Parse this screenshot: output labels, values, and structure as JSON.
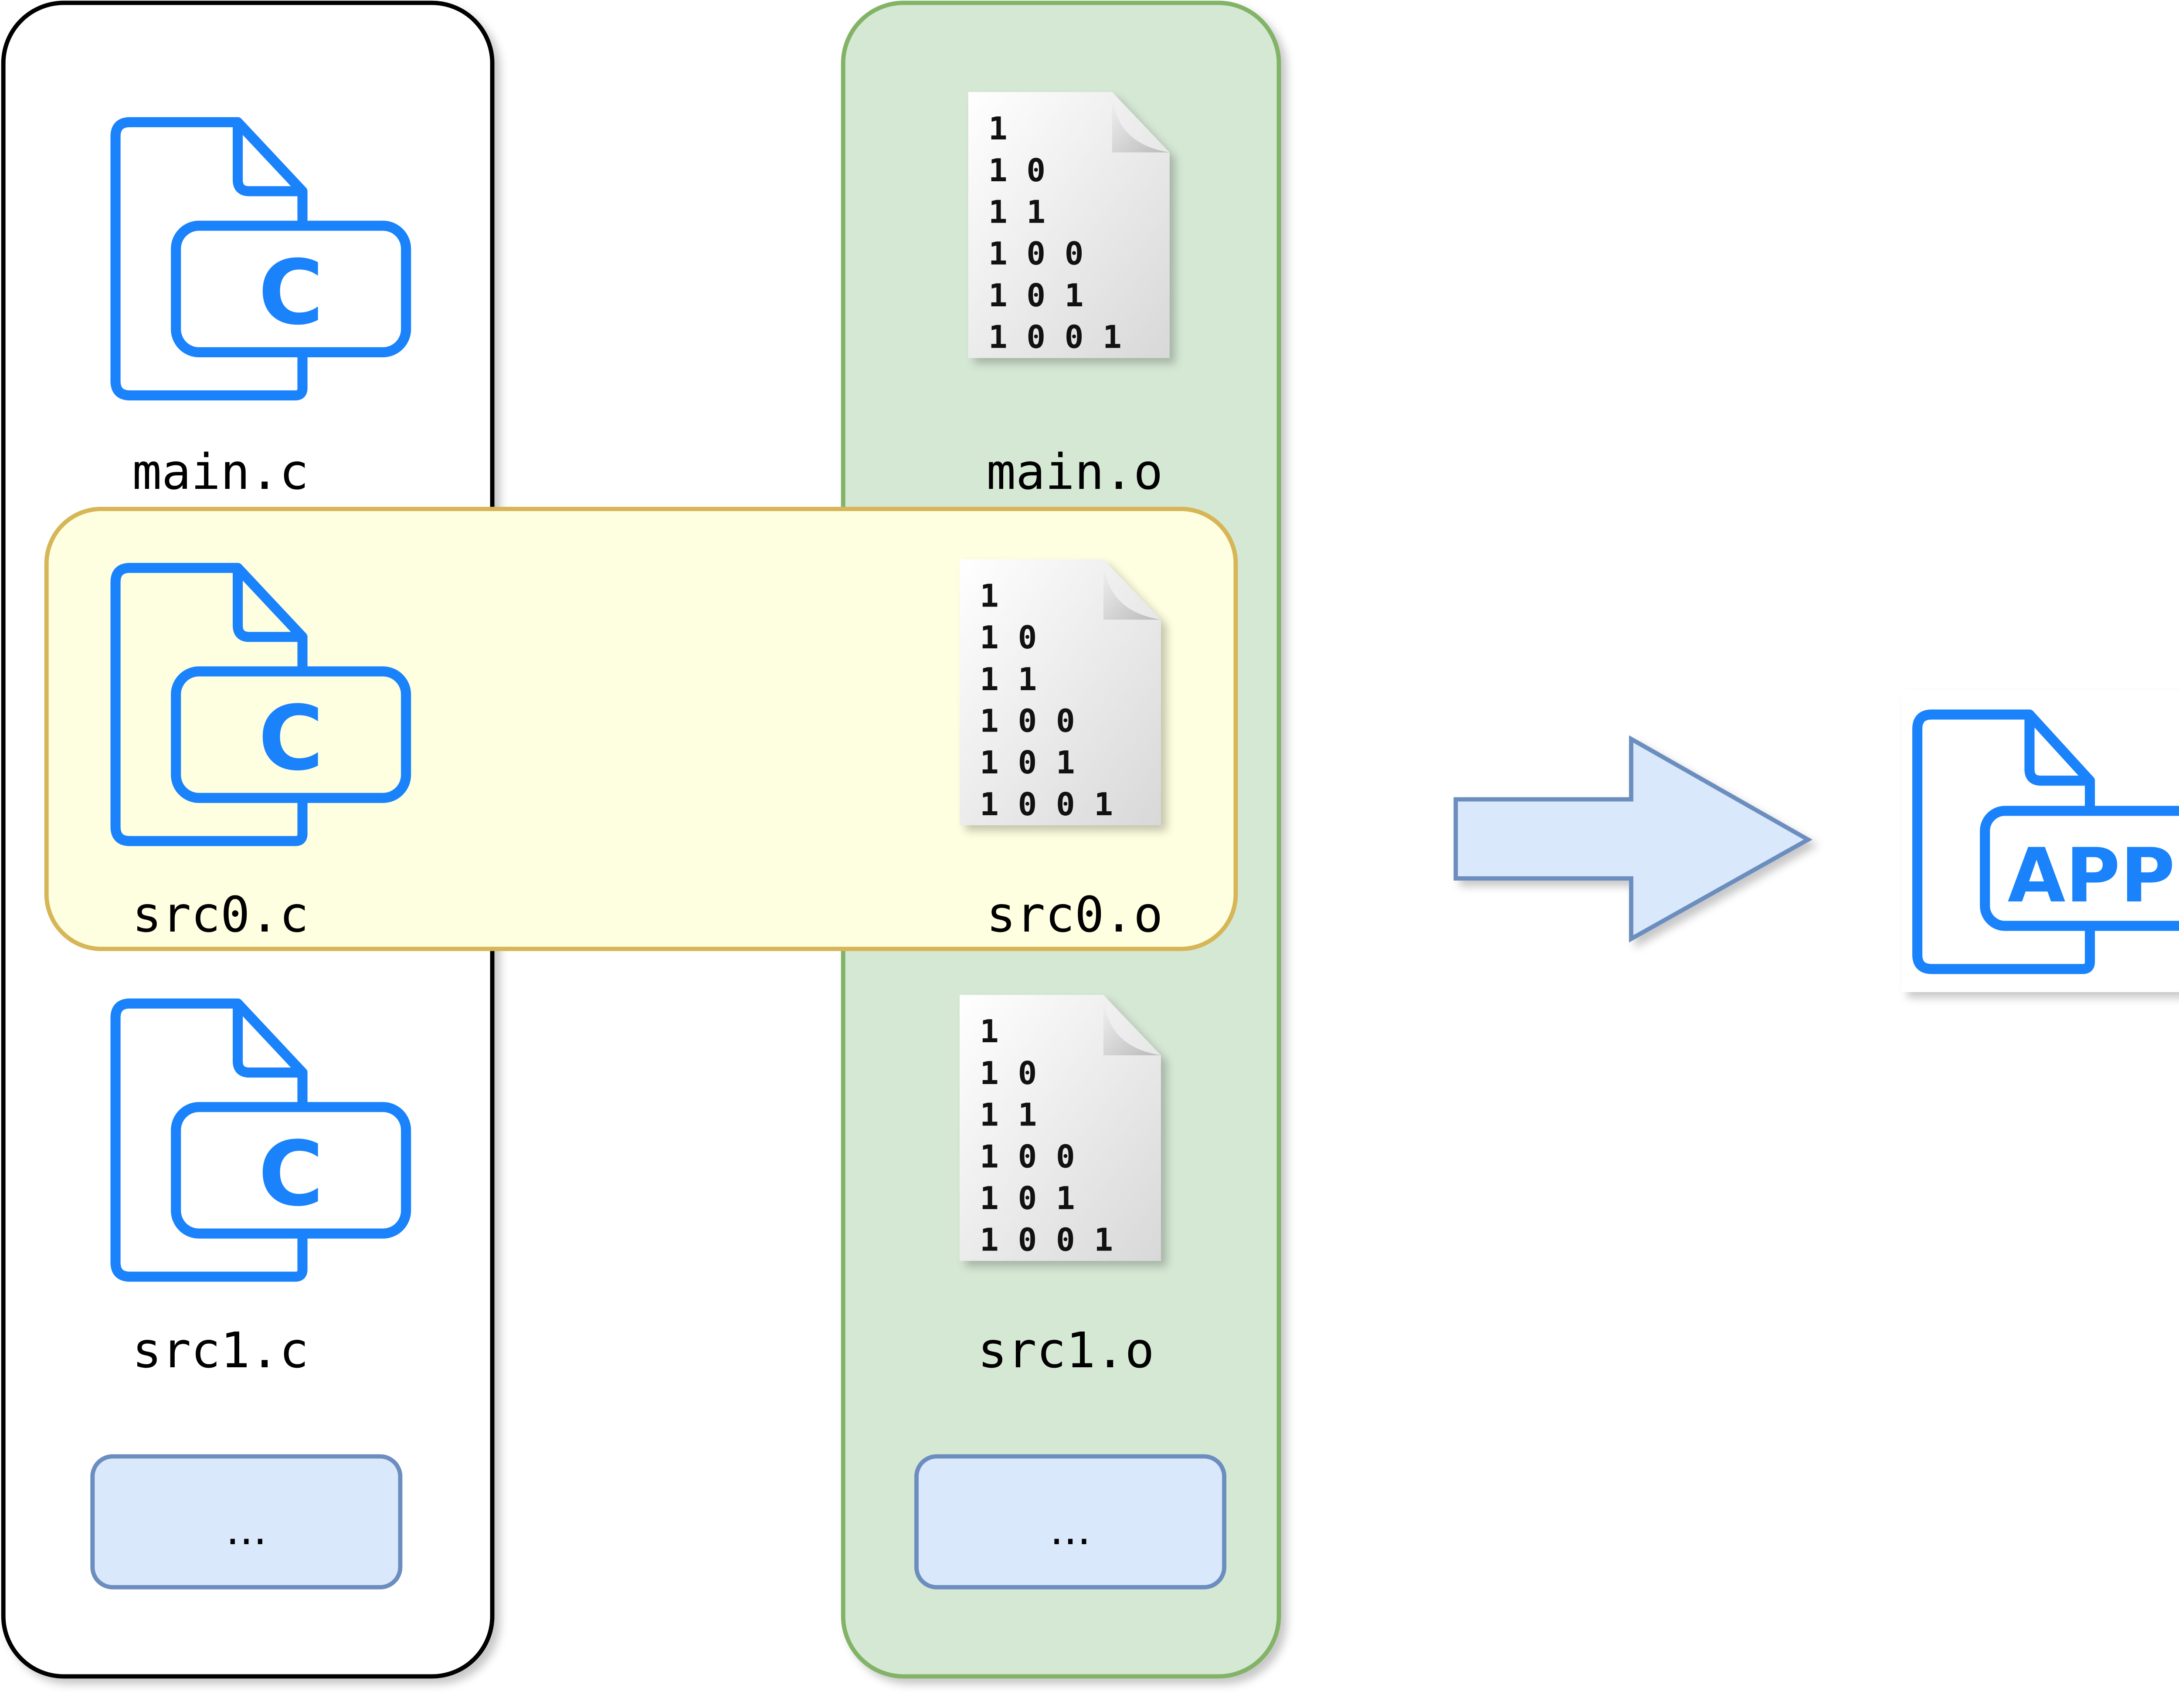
{
  "sources": {
    "files": [
      "main.c",
      "src0.c",
      "src1.c"
    ],
    "icon_letter": "C",
    "more": "..."
  },
  "objects": {
    "files": [
      "main.o",
      "src0.o",
      "src1.o"
    ],
    "binary_lines": [
      "1",
      "1 0",
      "1 1",
      "1 0 0",
      "1 0 1",
      "1 0 0 1"
    ],
    "more": "..."
  },
  "app": {
    "icon_text": "APP"
  },
  "colors": {
    "icon_blue": "#1a82fb",
    "source_border": "#000000",
    "object_fill": "#d5e8d4",
    "object_border": "#82b366",
    "highlight_fill": "#fefee0",
    "highlight_border": "#d6b656",
    "more_fill": "#dae8fc",
    "more_border": "#6c8ebf",
    "arrow": "#000000"
  }
}
